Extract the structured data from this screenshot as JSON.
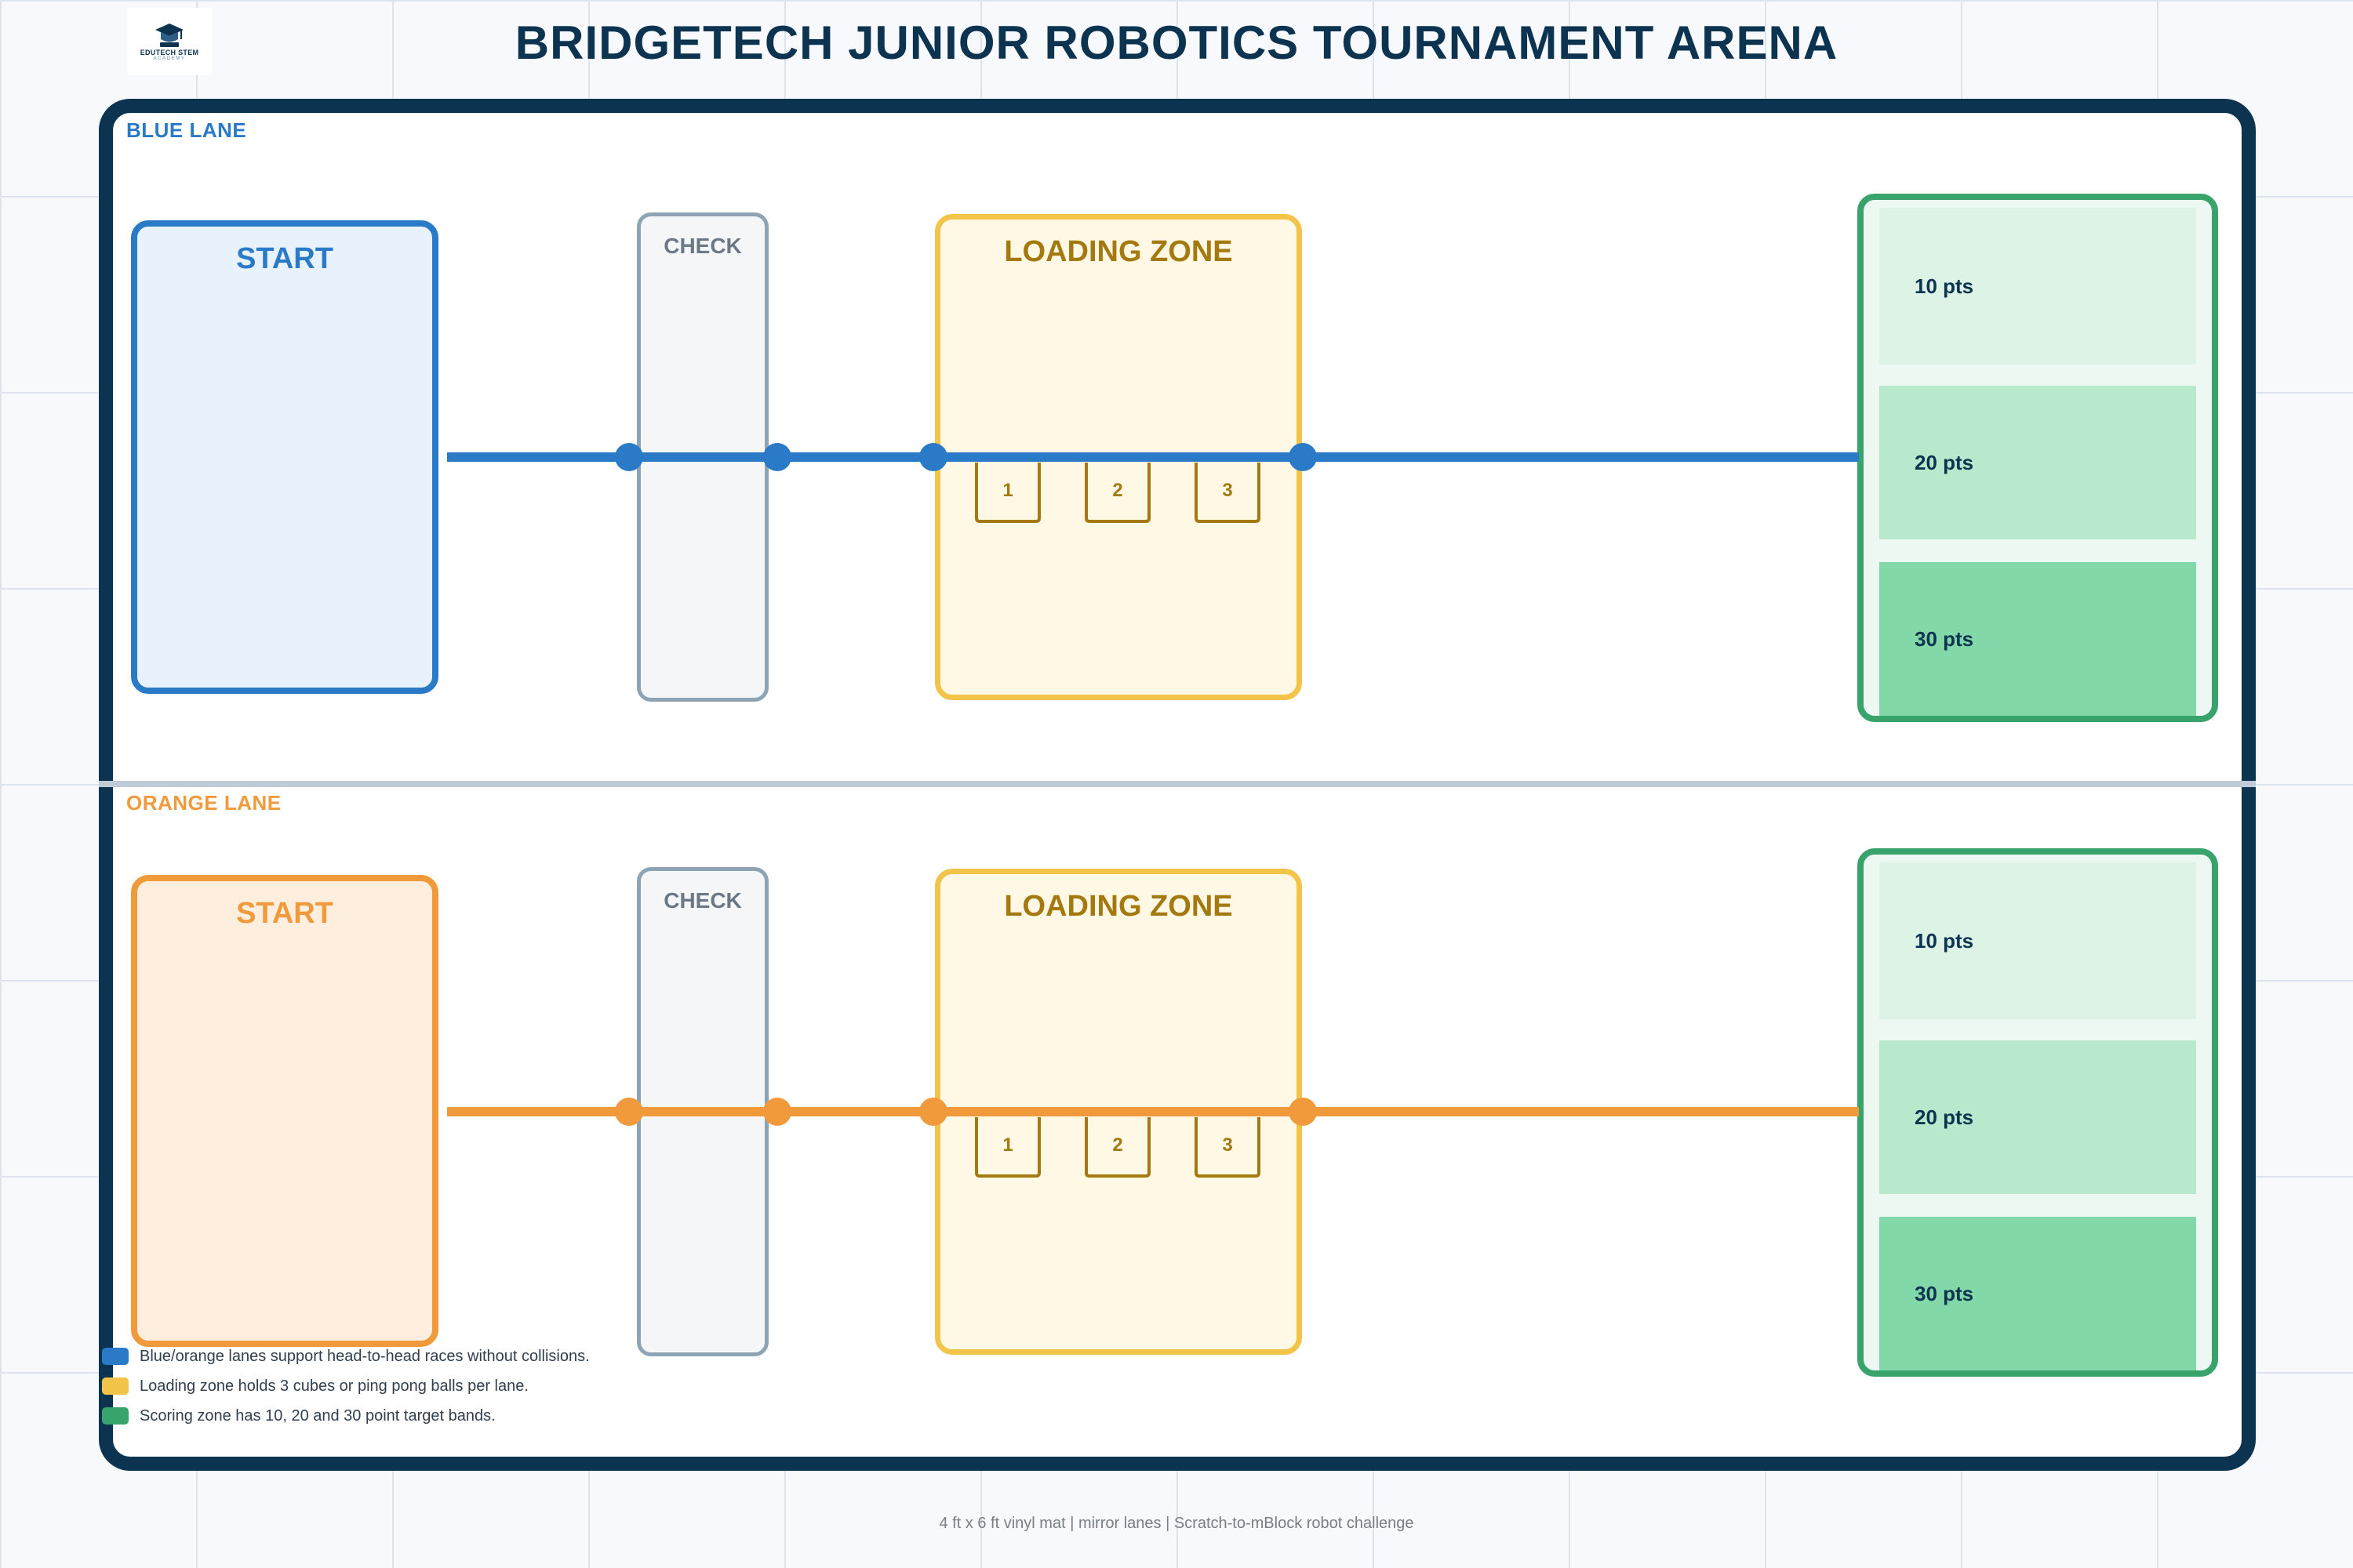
{
  "header": {
    "title": "BRIDGETECH JUNIOR ROBOTICS TOURNAMENT ARENA",
    "logo": {
      "line1": "EDUTECH STEM",
      "line2": "ACADEMY",
      "icon": "graduation-cap-icon"
    }
  },
  "colors": {
    "navy": "#0c3350",
    "blue": "#2a7ac8",
    "orange": "#f09a3c",
    "yellow": "#f3c44a",
    "green": "#38a36a",
    "gray": "#8ea4b5"
  },
  "lanes": [
    {
      "id": "blue",
      "label": "BLUE LANE",
      "start_label": "START",
      "check_label": "CHECK",
      "loading_label": "LOADING ZONE",
      "slots": [
        "1",
        "2",
        "3"
      ],
      "bands": [
        "10 pts",
        "20 pts",
        "30 pts"
      ]
    },
    {
      "id": "orange",
      "label": "ORANGE LANE",
      "start_label": "START",
      "check_label": "CHECK",
      "loading_label": "LOADING ZONE",
      "slots": [
        "1",
        "2",
        "3"
      ],
      "bands": [
        "10 pts",
        "20 pts",
        "30 pts"
      ]
    }
  ],
  "legend": [
    {
      "text": "Blue/orange lanes support head-to-head races without collisions.",
      "color": "#2a7ac8"
    },
    {
      "text": "Loading zone holds 3 cubes or ping pong balls per lane.",
      "color": "#f3c44a"
    },
    {
      "text": "Scoring zone has 10, 20 and 30 point target bands.",
      "color": "#38a36a"
    }
  ],
  "footer": "4 ft x 6 ft vinyl mat | mirror lanes | Scratch-to-mBlock robot challenge"
}
